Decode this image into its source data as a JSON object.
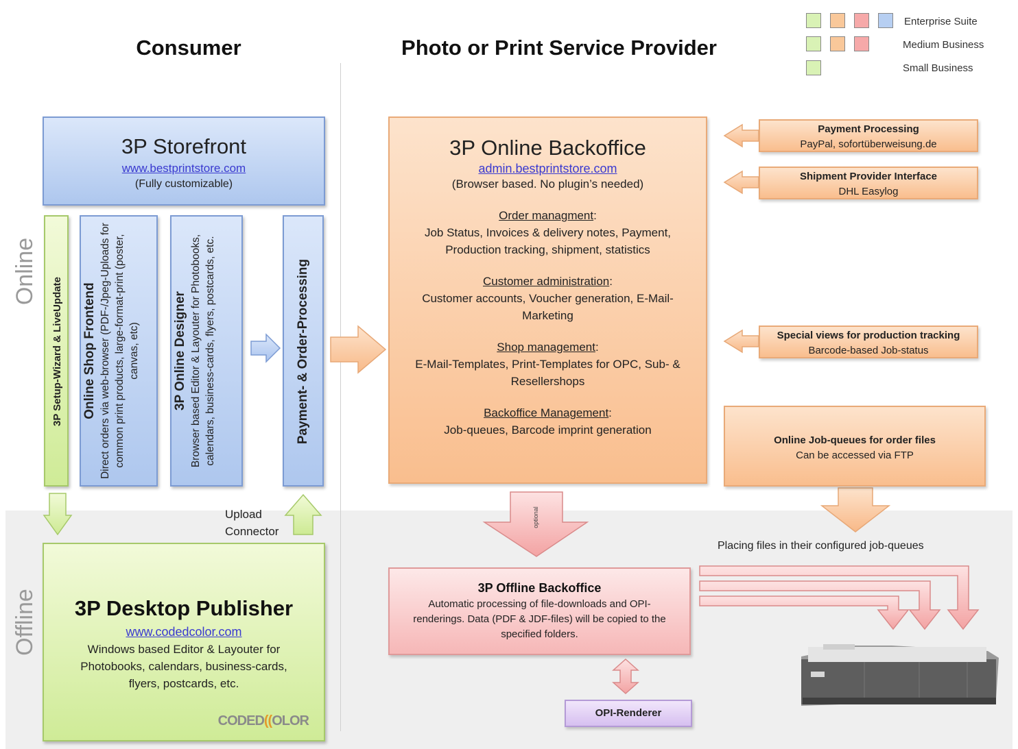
{
  "zones": {
    "online": "Online",
    "offline": "Offline"
  },
  "columns": {
    "consumer": "Consumer",
    "provider": "Photo or Print Service Provider"
  },
  "legend": [
    {
      "label": "Enterprise Suite",
      "colors": [
        "#d9f2b5",
        "#f9c89a",
        "#f6a9a9",
        "#b7cff2"
      ]
    },
    {
      "label": "Medium Business",
      "colors": [
        "#d9f2b5",
        "#f9c89a",
        "#f6a9a9"
      ]
    },
    {
      "label": "Small Business",
      "colors": [
        "#d9f2b5"
      ]
    }
  ],
  "storefront": {
    "title": "3P Storefront",
    "url": "www.bestprintstore.com",
    "note": "(Fully customizable)"
  },
  "setup_wizard": "3P Setup-Wizard & LiveUpdate",
  "online_shop": {
    "title": "Online Shop Frontend",
    "desc": "Direct orders via web-browser (PDF-/Jpeg-Uploads for common print products, large-format-print (poster, canvas, etc)"
  },
  "online_designer": {
    "title": "3P Online Designer",
    "desc": "Browser based Editor & Layouter for Photobooks, calendars, business-cards, flyers, postcards, etc."
  },
  "payment_order": "Payment- & Order-Processing",
  "upload_connector": {
    "line1": "Upload",
    "line2": "Connector"
  },
  "desktop_publisher": {
    "title": "3P Desktop Publisher",
    "url": "www.codedcolor.com",
    "desc": "Windows based Editor & Layouter for Photobooks, calendars, business-cards, flyers, postcards, etc.",
    "logo_a": "CODED",
    "logo_b": "OLOR"
  },
  "backoffice": {
    "title": "3P Online Backoffice",
    "url": "admin.bestprintstore.com",
    "note": "(Browser based. No plugin’s needed)",
    "sections": [
      {
        "heading": "Order managment",
        "text": "Job Status, Invoices & delivery notes, Payment, Production tracking, shipment, statistics"
      },
      {
        "heading": "Customer administration",
        "text": "Customer accounts, Voucher generation, E-Mail-Marketing"
      },
      {
        "heading": "Shop management",
        "text": "E-Mail-Templates, Print-Templates for OPC, Sub- & Resellershops"
      },
      {
        "heading": "Backoffice Management",
        "text": "Job-queues, Barcode imprint generation"
      }
    ]
  },
  "payment_processing": {
    "title": "Payment Processing",
    "sub": "PayPal, sofortüberweisung.de"
  },
  "shipment": {
    "title": "Shipment Provider Interface",
    "sub": "DHL Easylog"
  },
  "special_views": {
    "title": "Special views for production tracking",
    "sub": "Barcode-based Job-status"
  },
  "job_queues": {
    "title": "Online Job-queues for order files",
    "sub": "Can be accessed via FTP"
  },
  "optional": "optional",
  "placing_files": "Placing files in their configured job-queues",
  "offline_backoffice": {
    "title": "3P Offline Backoffice",
    "desc": "Automatic processing of file-downloads and OPI-renderings. Data (PDF & JDF-files) will be copied to the specified folders."
  },
  "opi_renderer": "OPI-Renderer"
}
